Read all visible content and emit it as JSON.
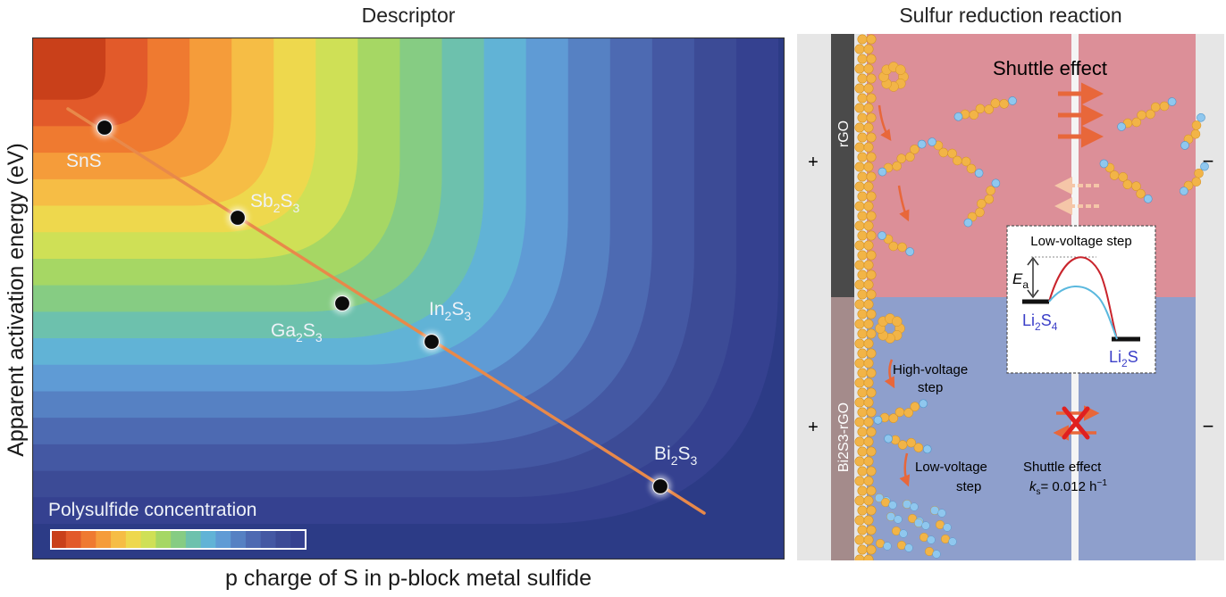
{
  "panels": {
    "left": {
      "title": "Descriptor",
      "y_axis_label": "Apparent activation energy (eV)",
      "x_axis_label": "p charge of S in p-block metal sulfide",
      "colorbar_label": "Polysulfide concentration",
      "points": [
        {
          "label_base": "SnS",
          "parts": [
            {
              "t": "SnS"
            }
          ]
        },
        {
          "label_base": "Sb2S3",
          "parts": [
            {
              "t": "Sb"
            },
            {
              "t": "2",
              "sub": true
            },
            {
              "t": "S"
            },
            {
              "t": "3",
              "sub": true
            }
          ]
        },
        {
          "label_base": "Ga2S3",
          "parts": [
            {
              "t": "Ga"
            },
            {
              "t": "2",
              "sub": true
            },
            {
              "t": "S"
            },
            {
              "t": "3",
              "sub": true
            }
          ]
        },
        {
          "label_base": "In2S3",
          "parts": [
            {
              "t": "In"
            },
            {
              "t": "2",
              "sub": true
            },
            {
              "t": "S"
            },
            {
              "t": "3",
              "sub": true
            }
          ]
        },
        {
          "label_base": "Bi2S3",
          "parts": [
            {
              "t": "Bi"
            },
            {
              "t": "2",
              "sub": true
            },
            {
              "t": "S"
            },
            {
              "t": "3",
              "sub": true
            }
          ]
        }
      ],
      "colors": {
        "gradient": [
          "#c9401a",
          "#e25a2a",
          "#ef7a30",
          "#f59c3a",
          "#f6bd45",
          "#eed84d",
          "#cfe056",
          "#a6d764",
          "#86cc83",
          "#6dc1ad",
          "#61b3d6",
          "#5f9bd5",
          "#5681c3",
          "#4d6ab2",
          "#4458a3",
          "#3c4b96",
          "#354190"
        ],
        "background": "#2c3b86",
        "trend_line": "#e8894a"
      }
    },
    "right": {
      "title": "Sulfur reduction reaction",
      "plus_sign": "+",
      "minus_sign": "−",
      "top_electrode_label": "rGO",
      "bottom_electrode_label": "Bi2S3-rGO",
      "shuttle_effect_top": "Shuttle effect",
      "high_voltage_step": [
        "High-voltage",
        "step"
      ],
      "low_voltage_step": [
        "Low-voltage",
        "step"
      ],
      "shuttle_effect_bottom": "Shuttle effect",
      "rate_constant": {
        "symbol": "k",
        "sub": "s",
        "value": "= 0.012 h",
        "exp": "−1"
      },
      "inset": {
        "title": "Low-voltage step",
        "ea_symbol": "E",
        "ea_sub": "a",
        "reactant": {
          "base": "Li",
          "sub": "2",
          "tail": "S",
          "sub2": "4"
        },
        "product": {
          "base": "Li",
          "sub": "2",
          "tail": "S"
        }
      },
      "colors": {
        "top_region": "#dc8f98",
        "bottom_region": "#8e9fcc",
        "arrow": "#e8673a",
        "cross": "#e02020",
        "sulfur_bead": "#f2b447",
        "lithium_bead": "#8fc7ee",
        "barrier_red": "#c9242c",
        "barrier_blue": "#5ab8de"
      }
    }
  }
}
